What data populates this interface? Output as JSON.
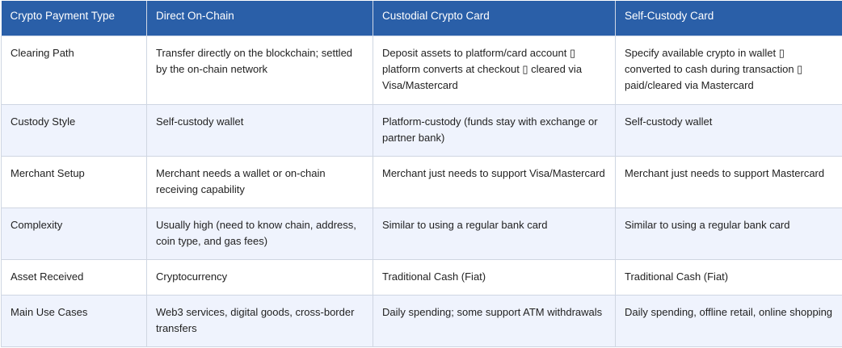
{
  "table": {
    "headers": [
      "Crypto Payment Type",
      "Direct On-Chain",
      "Custodial Crypto Card",
      "Self-Custody Card"
    ],
    "rows": [
      {
        "label": "Clearing Path",
        "cells": [
          "Transfer directly on the blockchain; settled by the on-chain network",
          "Deposit assets to platform/card account ▯ platform converts at checkout ▯ cleared via Visa/Mastercard",
          "Specify available crypto in wallet ▯ converted to cash during transaction ▯ paid/cleared via Mastercard"
        ]
      },
      {
        "label": "Custody Style",
        "cells": [
          "Self-custody wallet",
          "Platform-custody (funds stay with exchange or partner bank)",
          "Self-custody wallet"
        ]
      },
      {
        "label": "Merchant Setup",
        "cells": [
          "Merchant needs a wallet or on-chain receiving capability",
          "Merchant just needs to support Visa/Mastercard",
          "Merchant just needs to support Mastercard"
        ]
      },
      {
        "label": "Complexity",
        "cells": [
          "Usually high (need to know chain, address, coin type, and gas fees)",
          "Similar to using a regular bank card",
          "Similar to using a regular bank card"
        ]
      },
      {
        "label": "Asset Received",
        "cells": [
          "Cryptocurrency",
          "Traditional Cash (Fiat)",
          "Traditional Cash (Fiat)"
        ]
      },
      {
        "label": "Main Use Cases",
        "cells": [
          "Web3 services, digital goods, cross-border transfers",
          "Daily spending; some support ATM withdrawals",
          "Daily spending, offline retail, online shopping"
        ]
      }
    ]
  },
  "colors": {
    "header_bg": "#2a5fa8",
    "header_text": "#ffffff",
    "row_alt_bg": "#eff3fd",
    "row_bg": "#ffffff",
    "border": "#cfd6e2"
  }
}
